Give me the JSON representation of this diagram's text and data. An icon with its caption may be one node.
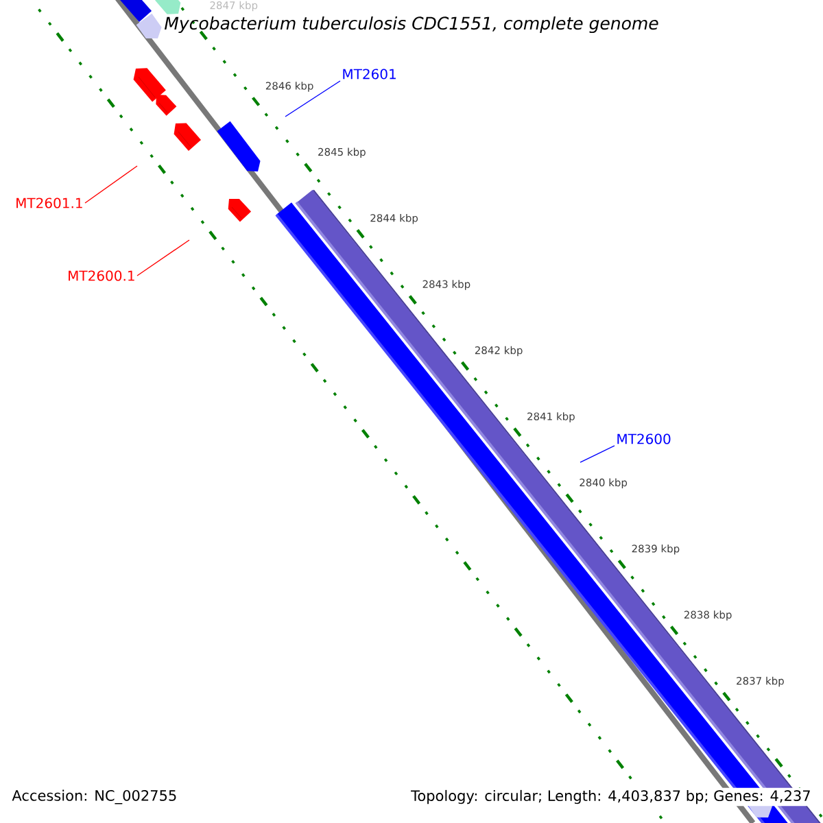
{
  "diagram": {
    "title": "Mycobacterium tuberculosis CDC1551, complete genome",
    "nodes": [
      {
        "text": [
          "MT2601"
        ]
      },
      {
        "text": [
          "MT2600"
        ]
      },
      {
        "text": [
          "MT2601.1"
        ]
      },
      {
        "text": [
          "MT2600.1"
        ]
      }
    ],
    "edges": [
      {
        "from": 0,
        "to": null,
        "arrow": "none",
        "color": "#0000ff"
      },
      {
        "from": 1,
        "to": null,
        "arrow": "none",
        "color": "#0000ff"
      },
      {
        "from": 2,
        "to": null,
        "arrow": "none",
        "color": "#ff0000"
      },
      {
        "from": 3,
        "to": null,
        "arrow": "none",
        "color": "#ff0000"
      }
    ],
    "labels": [
      "2847 kbp",
      "2846 kbp",
      "2845 kbp",
      "2844 kbp",
      "2843 kbp",
      "2842 kbp",
      "2841 kbp",
      "2840 kbp",
      "2839 kbp",
      "2838 kbp",
      "2837 kbp",
      "Accession: NC_002755",
      "Topology: circular; Length: 4,403,837 bp; Genes: 4,237"
    ]
  }
}
